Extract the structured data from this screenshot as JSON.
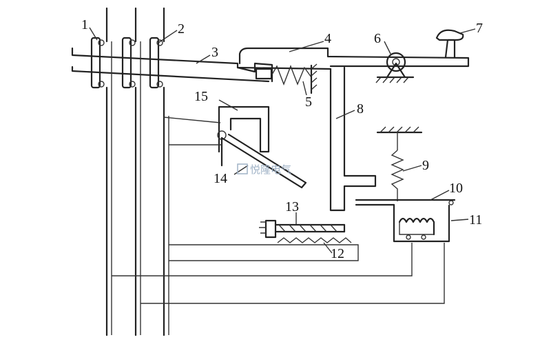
{
  "labels": {
    "l1": "1",
    "l2": "2",
    "l3": "3",
    "l4": "4",
    "l5": "5",
    "l6": "6",
    "l7": "7",
    "l8": "8",
    "l9": "9",
    "l10": "10",
    "l11": "11",
    "l12": "12",
    "l13": "13",
    "l14": "14",
    "l15": "15"
  },
  "watermark": {
    "text": "悦隆电气"
  },
  "colors": {
    "ink": "#222222",
    "watermark": "#9fb2c6"
  }
}
